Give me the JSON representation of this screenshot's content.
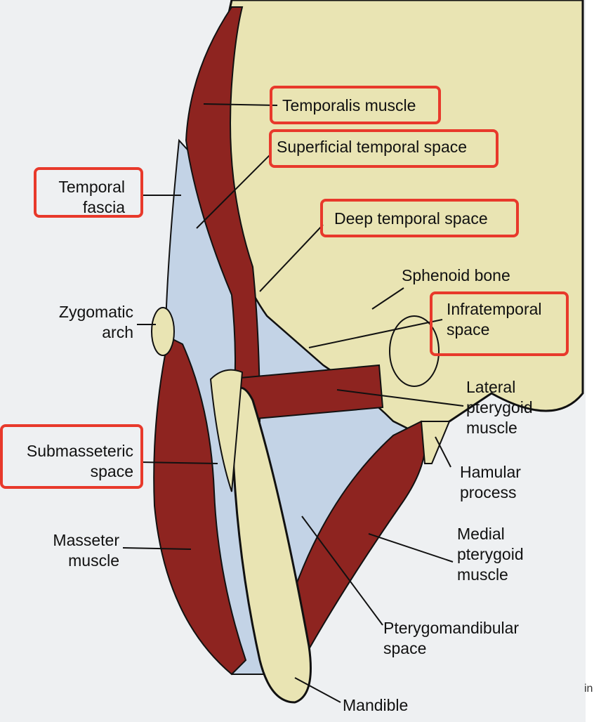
{
  "labels": {
    "temporalis_muscle": "Temporalis muscle",
    "superficial_temporal_space": "Superficial temporal space",
    "temporal_fascia_1": "Temporal",
    "temporal_fascia_2": "fascia",
    "deep_temporal_space": "Deep temporal space",
    "sphenoid_bone": "Sphenoid bone",
    "zygomatic_arch_1": "Zygomatic",
    "zygomatic_arch_2": "arch",
    "infratemporal_space_1": "Infratemporal",
    "infratemporal_space_2": "space",
    "lateral_pterygoid_1": "Lateral",
    "lateral_pterygoid_2": "pterygoid",
    "lateral_pterygoid_3": "muscle",
    "submasseteric_space_1": "Submasseteric",
    "submasseteric_space_2": "space",
    "hamular_process_1": "Hamular",
    "hamular_process_2": "process",
    "masseter_muscle_1": "Masseter",
    "masseter_muscle_2": "muscle",
    "medial_pterygoid_1": "Medial",
    "medial_pterygoid_2": "pterygoid",
    "medial_pterygoid_3": "muscle",
    "pterygomandibular_space_1": "Pterygomandibular",
    "pterygomandibular_space_2": "space",
    "mandible": "Mandible"
  },
  "page_edge_text": "in",
  "colors": {
    "highlight_box": "#e8392b",
    "muscle": "#8e2420",
    "bone": "#e9e4b3",
    "space": "#c3d3e6"
  }
}
